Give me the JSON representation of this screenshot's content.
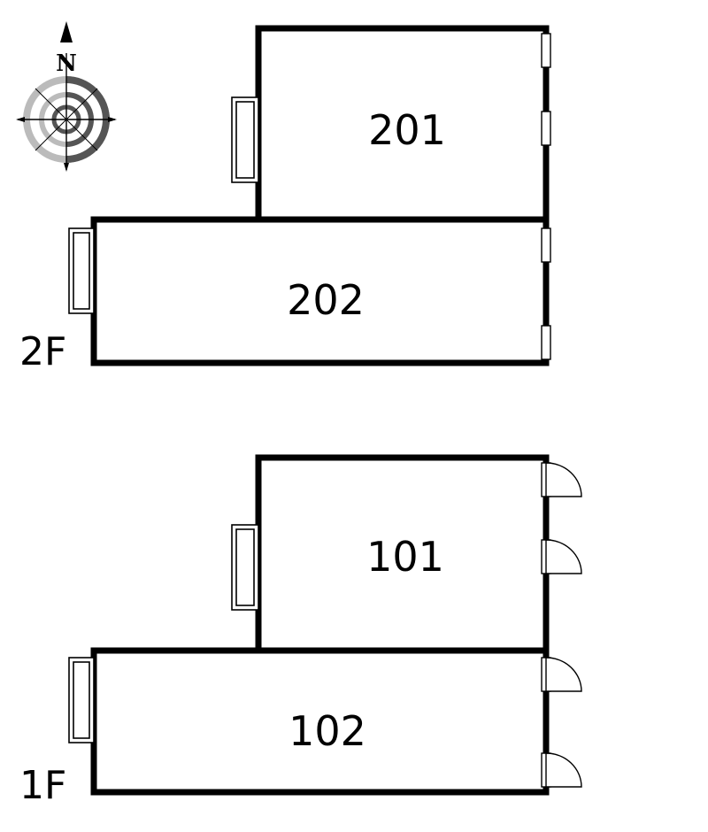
{
  "compass": {
    "label": "N",
    "icon": "compass-rose-icon",
    "colors": {
      "ring_dark": "#555555",
      "ring_light": "#bbbbbb"
    }
  },
  "floors": {
    "upper": {
      "label": "2F",
      "rooms": [
        {
          "id": "room-201",
          "label": "201"
        },
        {
          "id": "room-202",
          "label": "202"
        }
      ]
    },
    "lower": {
      "label": "1F",
      "rooms": [
        {
          "id": "room-101",
          "label": "101"
        },
        {
          "id": "room-102",
          "label": "102"
        }
      ]
    }
  },
  "colors": {
    "wall": "#000000",
    "background": "#ffffff"
  }
}
